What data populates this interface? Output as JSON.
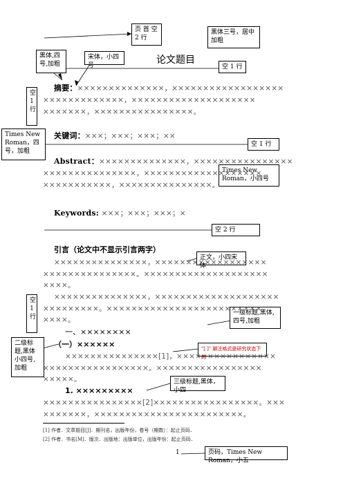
{
  "title": "论文题目",
  "abstract": {
    "label": "摘要：",
    "line1": "××××××××××××××，××××××××××××××××××",
    "line2": "×××××××××××××，××××××××××××××××××××",
    "line3": "×××××××，××××××××××××××××。"
  },
  "keywords_cn": {
    "label": "关键词：",
    "value": "×××；×××；×××；××"
  },
  "abstract_en": {
    "label": "Abstract：",
    "line1": "××××××××××××××，××××××××××××××××",
    "line2": "×××××××××××××××，×××××××××××××××××××",
    "line3": "×××××××××××，×××××××××××××××。"
  },
  "keywords_en": {
    "label": "Keywords:",
    "value": "×××；×××；×××；×"
  },
  "intro": {
    "heading": "引言（论文中不显示引言两字）",
    "p1_line1": "×××××××××××××××，××××××××××××××××××",
    "p1_line2": "×××××××××××××××。××××××××××××××××××××",
    "p1_line3": "××××。",
    "p2_line1": "×××××××××××××××，××××××××××××××××××××",
    "p2_line2": "×××××××××。×××××××××××××××××××××××××",
    "p2_line3": "××××。"
  },
  "section1": {
    "heading": "一、××××××××",
    "sub_heading": "（一）××××××",
    "p1_line1": "×××××××××××××××[1]，××××××××××××××××",
    "p1_line2": "×××××××××××××××××。×××××××××××××××××",
    "p1_line3": "×××××。",
    "subsub_heading": "1. ×××××××××",
    "p2_line1": "××××××××××××××××[2]×××××××××××××××××。×××",
    "p2_line2": "×××××××，××××××××××××××××××××××××。"
  },
  "footnotes": [
    "[1]  作者．文章题目[J]．期刊名，出版年份，卷号（期数）：起止页码．",
    "[2]  作者．书名[M]．版次．出版地：出版单位，出版年份：起止页码．"
  ],
  "page_number": "1",
  "callouts": {
    "header_space": "页 首 空 2 行",
    "title_font": "黑体三号，居中加粗",
    "label_font": "黑体,四号,加粗",
    "abstract_font": "宋体，小四号",
    "space1_title": "空 1 行",
    "space1_left": "空 1 行",
    "en_label_font": "Times New Roman，四号，加粗",
    "space1_keywords": "空 1 行",
    "en_body_font": "Times New Roman，小四号",
    "space2": "空 2 行",
    "body_font": "正文，小四宋体",
    "space1_left2": "空 1 行",
    "level1_font": "一级标题,黑体,四号,加粗",
    "level2_font": "二级标题,黑体小四号,加粗",
    "footnote_note": "\"[ ]\" 脚注格式是研究状态下的",
    "level3_font": "三级标题,黑体，小四",
    "page_number_font": "页码，Times New Roman，小五"
  }
}
